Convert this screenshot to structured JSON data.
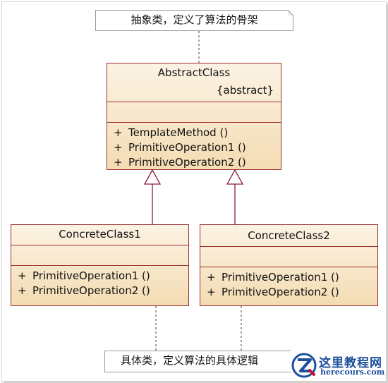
{
  "notes": {
    "top": "抽象类，定义了算法的骨架",
    "bottom": "具体类，定义算法的具体逻辑"
  },
  "abstract_class": {
    "name": "AbstractClass",
    "stereotype": "{abstract}",
    "operations": [
      {
        "visibility": "+",
        "signature": "TemplateMethod ()"
      },
      {
        "visibility": "+",
        "signature": "PrimitiveOperation1 ()"
      },
      {
        "visibility": "+",
        "signature": "PrimitiveOperation2 ()"
      }
    ]
  },
  "concrete_class_1": {
    "name": "ConcreteClass1",
    "operations": [
      {
        "visibility": "+",
        "signature": "PrimitiveOperation1 ()"
      },
      {
        "visibility": "+",
        "signature": "PrimitiveOperation2 ()"
      }
    ]
  },
  "concrete_class_2": {
    "name": "ConcreteClass2",
    "operations": [
      {
        "visibility": "+",
        "signature": "PrimitiveOperation1 ()"
      },
      {
        "visibility": "+",
        "signature": "PrimitiveOperation2 ()"
      }
    ]
  },
  "watermark": {
    "chinese": "这里教程网",
    "domain": "herecours.com"
  },
  "colors": {
    "class_border": "#9b2c2c",
    "class_fill_top": "#fcf3e4",
    "class_fill_bottom": "#f4dcb3",
    "connector": "#8a1a4a",
    "watermark": "#1c4f9c"
  }
}
